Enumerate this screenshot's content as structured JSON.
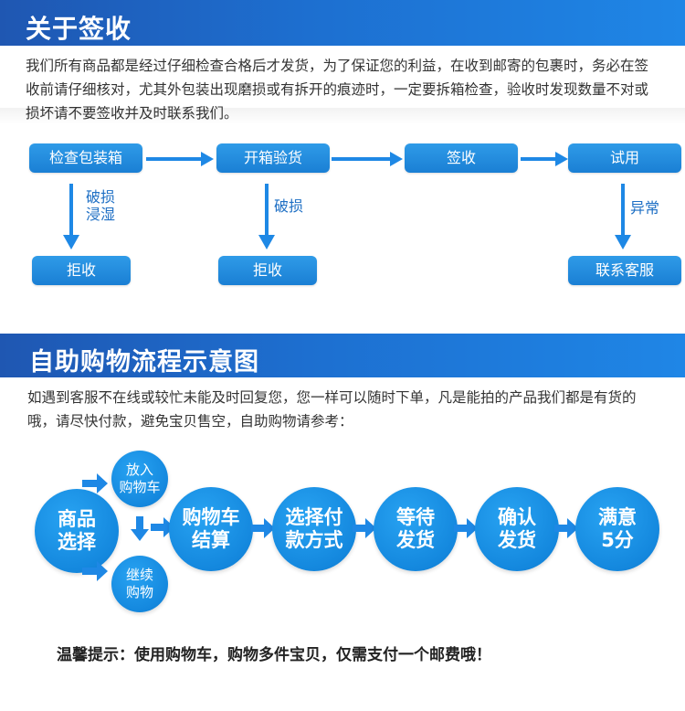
{
  "section1": {
    "title": "关于签收",
    "paragraph": "我们所有商品都是经过仔细检查合格后才发货，为了保证您的利益，在收到邮寄的包裹时，务必在签收前请仔细核对，尤其外包装出现磨损或有拆开的痕迹时，一定要拆箱检查，验收时发现数量不对或损坏请不要签收并及时联系我们。",
    "steps": [
      "检查包装箱",
      "开箱验货",
      "签收",
      "试用"
    ],
    "branches": [
      {
        "label_lines": [
          "破损",
          "浸湿"
        ],
        "result": "拒收"
      },
      {
        "label_lines": [
          "破损"
        ],
        "result": "拒收"
      },
      {
        "label_lines": [
          "异常"
        ],
        "result": "联系客服"
      }
    ]
  },
  "section2": {
    "title": "自助购物流程示意图",
    "paragraph": "如遇到客服不在线或较忙未能及时回复您，您一样可以随时下单，凡是能拍的产品我们都是有货的哦，请尽快付款，避免宝贝售空，自助购物请参考：",
    "start": [
      "商品",
      "选择"
    ],
    "option_top": [
      "放入",
      "购物车"
    ],
    "option_bottom": [
      "继续",
      "购物"
    ],
    "steps": [
      [
        "购物车",
        "结算"
      ],
      [
        "选择付",
        "款方式"
      ],
      [
        "等待",
        "发货"
      ],
      [
        "确认",
        "发货"
      ],
      [
        "满意",
        "5分"
      ]
    ],
    "tip": "温馨提示：使用购物车，购物多件宝贝，仅需支付一个邮费哦！"
  },
  "colors": {
    "header_blue": "#1d6fd0",
    "accent_blue": "#1e88e5",
    "circle_blue": "#1488de",
    "label_blue": "#1e6fc4"
  }
}
